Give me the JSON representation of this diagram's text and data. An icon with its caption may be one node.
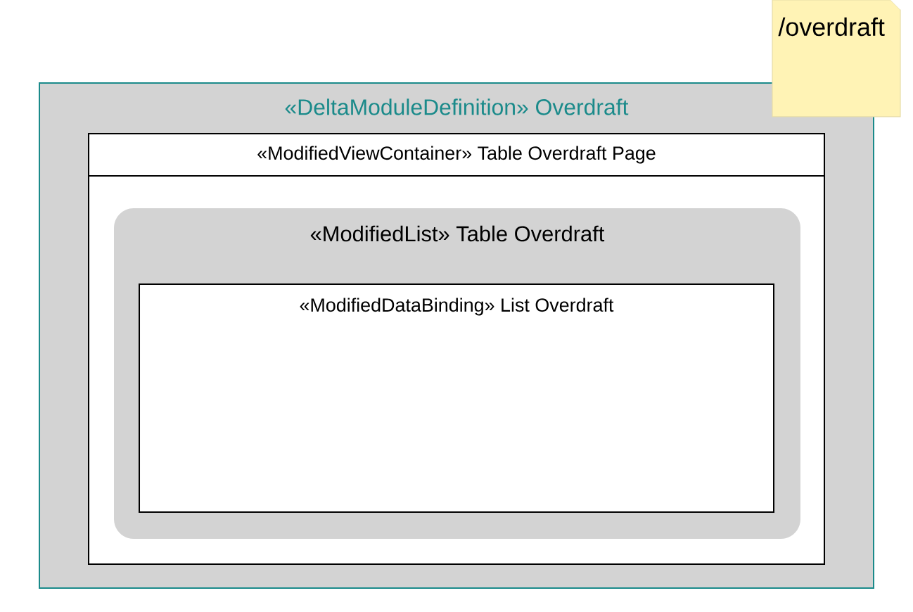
{
  "diagram": {
    "nodes": [
      {
        "text": [
          "«DeltaModuleDefinition» Overdraft"
        ]
      },
      {
        "text": [
          "«ModifiedViewContainer» Table Overdraft Page"
        ],
        "in": 0
      },
      {
        "text": [
          "«ModifiedList» Table Overdraft"
        ],
        "in": 1
      },
      {
        "text": [
          "«ModifiedDataBinding» List Overdraft"
        ],
        "in": 2
      },
      {
        "text": [
          "/overdraft"
        ]
      }
    ]
  }
}
